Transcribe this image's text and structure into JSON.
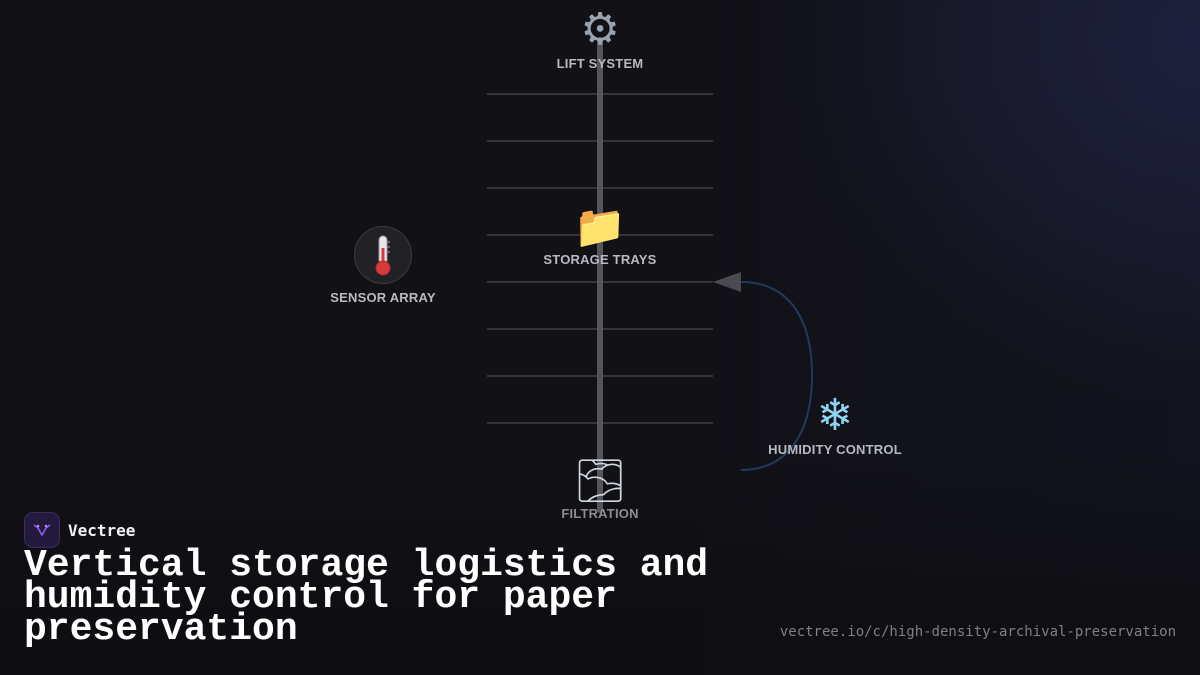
{
  "diagram": {
    "nodes": {
      "lift_system": {
        "label": "LIFT SYSTEM",
        "icon": "gear-icon",
        "glyph": "⚙"
      },
      "storage_trays": {
        "label": "STORAGE TRAYS",
        "icon": "folder-icon",
        "glyph": "📁"
      },
      "sensor_array": {
        "label": "SENSOR ARRAY",
        "icon": "thermometer-icon"
      },
      "humidity_control": {
        "label": "HUMIDITY CONTROL",
        "icon": "snowflake-icon",
        "glyph": "❄"
      },
      "filtration": {
        "label": "FILTRATION",
        "icon": "fog-icon",
        "glyph": "🌫"
      }
    },
    "shelf_count": 8,
    "colors": {
      "shaft": "#55555b",
      "shelf": "#34343a",
      "feedback_curve": "#1f3a5c",
      "arrowhead": "#4a4a50"
    }
  },
  "brand": {
    "name": "Vectree",
    "logo_color": "#8a5cf0"
  },
  "headline": "Vertical storage logistics and humidity control for paper preservation",
  "url": "vectree.io/c/high-density-archival-preservation"
}
